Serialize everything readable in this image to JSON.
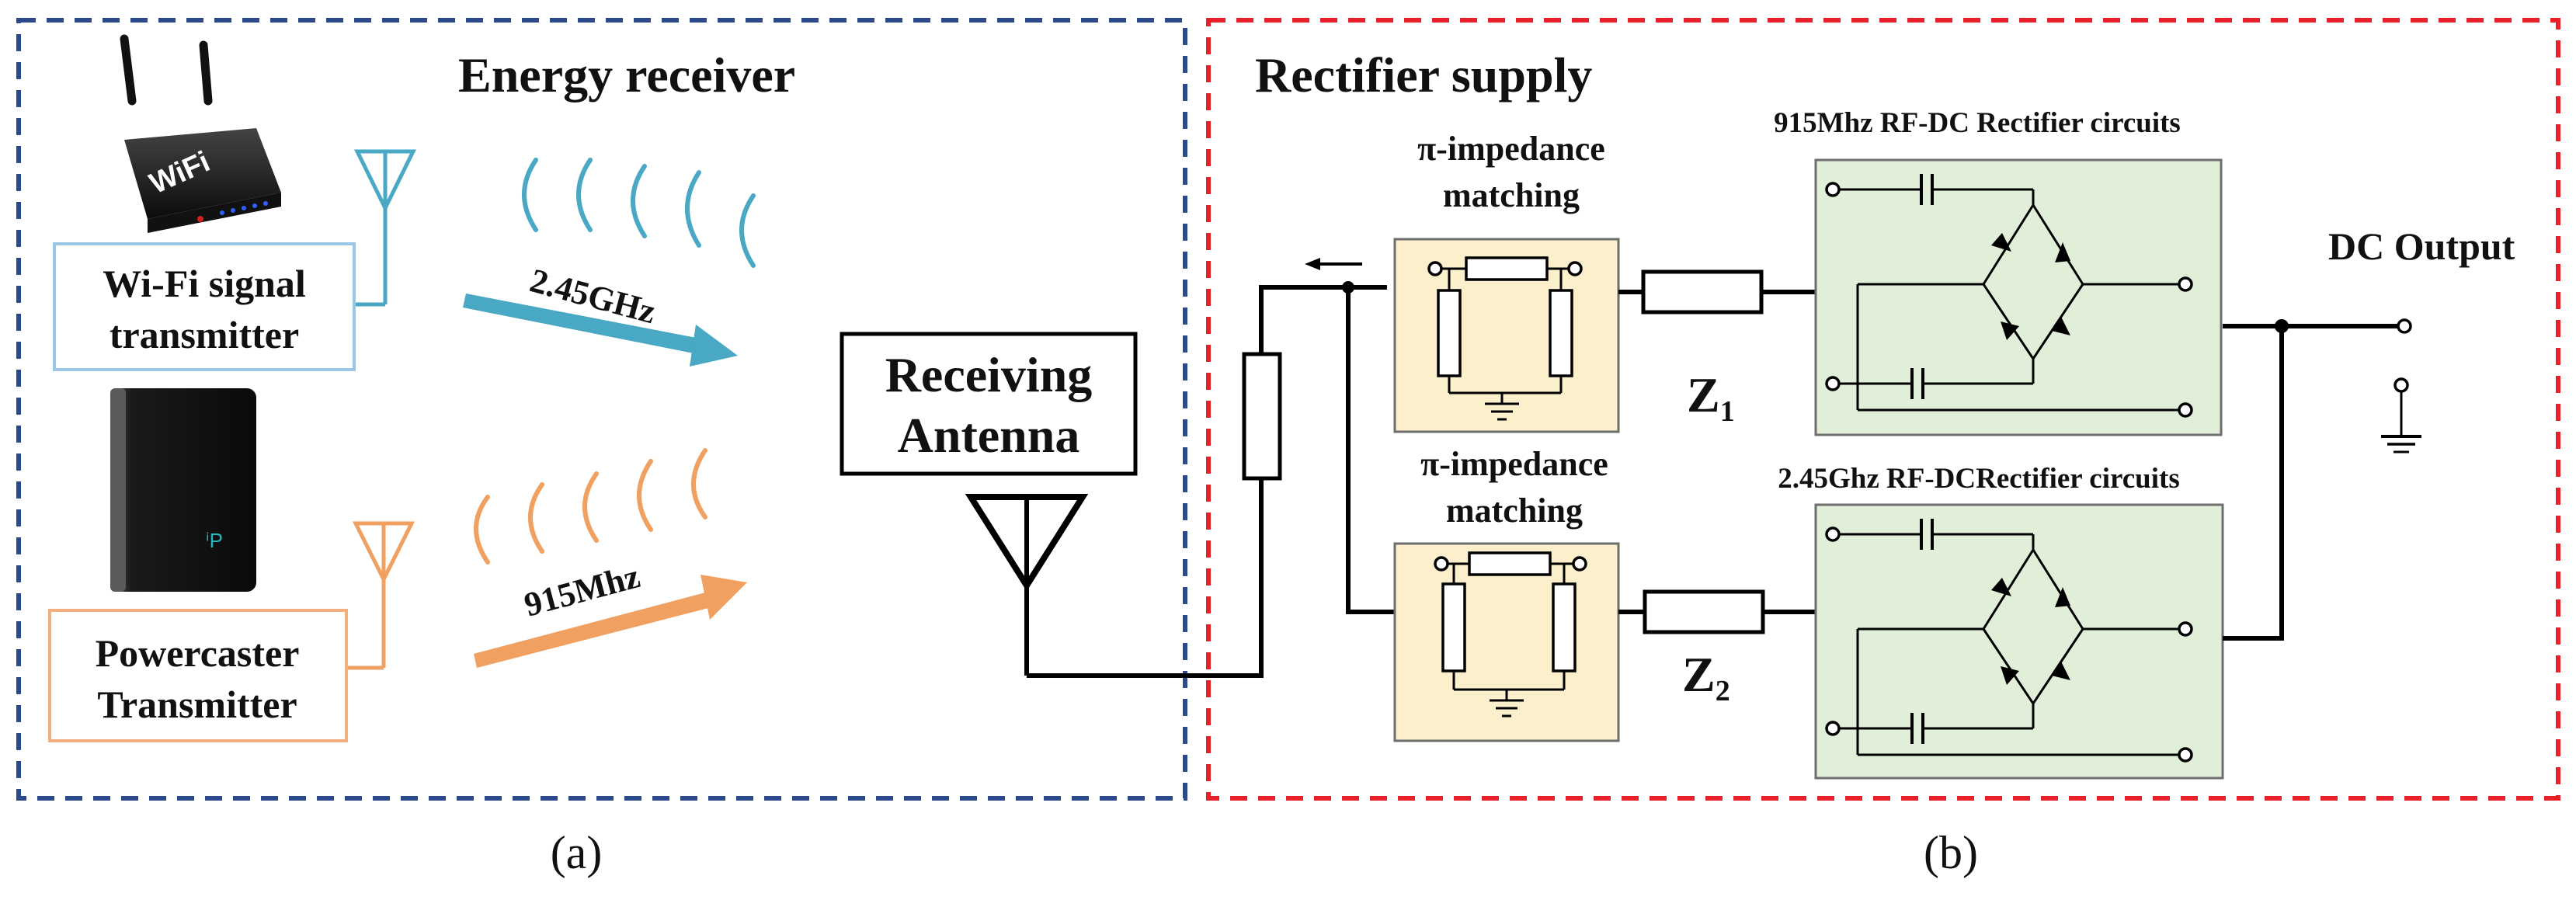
{
  "panel_a": {
    "title": "Energy receiver",
    "wifi_transmitter_label": [
      "Wi-Fi signal",
      "transmitter"
    ],
    "router_label": "WiFi",
    "powercaster_label": [
      "Powercaster",
      "Transmitter"
    ],
    "freq_wifi": "2.45GHz",
    "freq_power": "915Mhz",
    "receiving_antenna_label": [
      "Receiving",
      "Antenna"
    ],
    "caption": "(a)"
  },
  "panel_b": {
    "title": "Rectifier supply",
    "matching_label_top": [
      "π-impedance",
      "matching"
    ],
    "matching_label_bottom": [
      "π-impedance",
      "matching"
    ],
    "rectifier_top_label": "915Mhz RF-DC Rectifier circuits",
    "rectifier_bottom_label": "2.45Ghz RF-DCRectifier circuits",
    "z1_main": "Z",
    "z1_sub": "1",
    "z2_main": "Z",
    "z2_sub": "2",
    "dc_output_label": "DC Output",
    "caption": "(b)"
  },
  "colors": {
    "panel_a_border": "#2b4a8c",
    "panel_b_border": "#e8202a",
    "wifi_accent": "#49a8c4",
    "power_accent": "#f0a060",
    "wifi_box_border": "#9cc6e6",
    "power_box_border": "#f3b07e",
    "matching_fill": "#fcefcc",
    "rectifier_fill": "#e1efd9"
  }
}
